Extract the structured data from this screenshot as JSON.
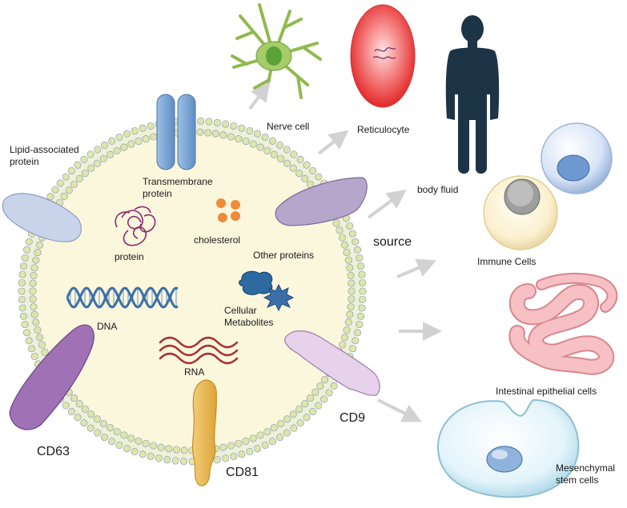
{
  "vesicle": {
    "contents": {
      "lipid_associated_protein": "Lipid-associated protein",
      "transmembrane_protein": "Transmembrane protein",
      "protein": "protein",
      "cholesterol": "cholesterol",
      "other_proteins": "Other proteins",
      "dna": "DNA",
      "cellular_metabolites": "Cellular Metabolites",
      "rna": "RNA"
    },
    "markers": {
      "cd63": "CD63",
      "cd81": "CD81",
      "cd9": "CD9"
    }
  },
  "source": {
    "title": "source",
    "items": {
      "nerve_cell": "Nerve cell",
      "reticulocyte": "Reticulocyte",
      "body_fluid": "body fluid",
      "immune_cells": "Immune Cells",
      "intestinal_epithelial_cells": "Intestinal  epithelial cells",
      "mesenchymal_stem_cells": "Mesenchymal stem cells"
    }
  },
  "colors": {
    "vesicle_fill": "#fbf7dd",
    "membrane_head": "#dfe7a8",
    "cd63": "#8e5aa6",
    "cd81": "#e9b64c",
    "dna": "#3e6fa6",
    "rna": "#a83232",
    "protein": "#8a2a6a",
    "cholesterol": "#ef8a3a",
    "metabolite": "#2c6aa0",
    "nerve_cell": "#9bc35a",
    "reticulocyte": "#ea3c3c",
    "body_fluid": "#1d3446",
    "intestine": "#f4b3b8",
    "arrow": "#cfcfcf"
  }
}
